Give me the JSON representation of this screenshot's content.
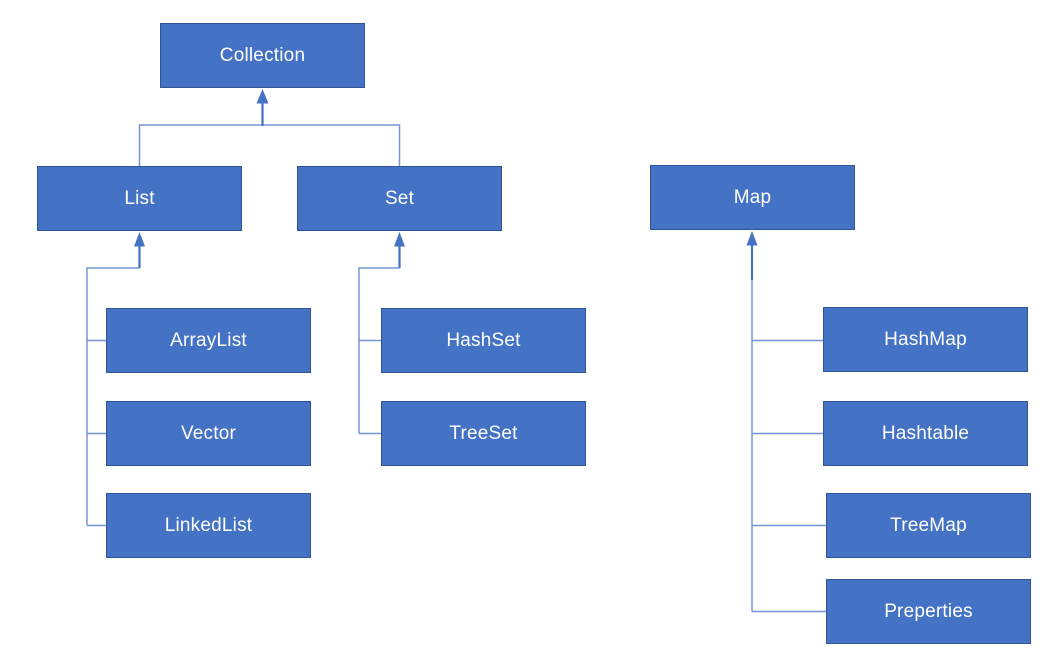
{
  "diagram": {
    "type": "hierarchy",
    "background_color": "#ffffff"
  },
  "colors": {
    "node_fill": "#4472c4",
    "node_border": "#2f5597",
    "node_text": "#ffffff",
    "connector_line": "#7495d5",
    "arrow": "#4472c4"
  },
  "nodes": [
    {
      "id": "collection",
      "label": "Collection"
    },
    {
      "id": "list",
      "label": "List"
    },
    {
      "id": "set",
      "label": "Set"
    },
    {
      "id": "map",
      "label": "Map"
    },
    {
      "id": "arraylist",
      "label": "ArrayList"
    },
    {
      "id": "vector",
      "label": "Vector"
    },
    {
      "id": "linkedlist",
      "label": "LinkedList"
    },
    {
      "id": "hashset",
      "label": "HashSet"
    },
    {
      "id": "treeset",
      "label": "TreeSet"
    },
    {
      "id": "hashmap",
      "label": "HashMap"
    },
    {
      "id": "hashtable",
      "label": "Hashtable"
    },
    {
      "id": "treemap",
      "label": "TreeMap"
    },
    {
      "id": "preperties",
      "label": "Preperties"
    }
  ],
  "edges": [
    {
      "from": "List",
      "to": "Collection",
      "style": "arrow-up"
    },
    {
      "from": "Set",
      "to": "Collection",
      "style": "arrow-up"
    },
    {
      "from": "ArrayList",
      "to": "List",
      "style": "elbow"
    },
    {
      "from": "Vector",
      "to": "List",
      "style": "elbow"
    },
    {
      "from": "LinkedList",
      "to": "List",
      "style": "elbow"
    },
    {
      "from": "HashSet",
      "to": "Set",
      "style": "elbow"
    },
    {
      "from": "TreeSet",
      "to": "Set",
      "style": "elbow"
    },
    {
      "from": "HashMap",
      "to": "Map",
      "style": "elbow"
    },
    {
      "from": "Hashtable",
      "to": "Map",
      "style": "elbow"
    },
    {
      "from": "TreeMap",
      "to": "Map",
      "style": "elbow"
    },
    {
      "from": "Preperties",
      "to": "Map",
      "style": "elbow"
    }
  ]
}
